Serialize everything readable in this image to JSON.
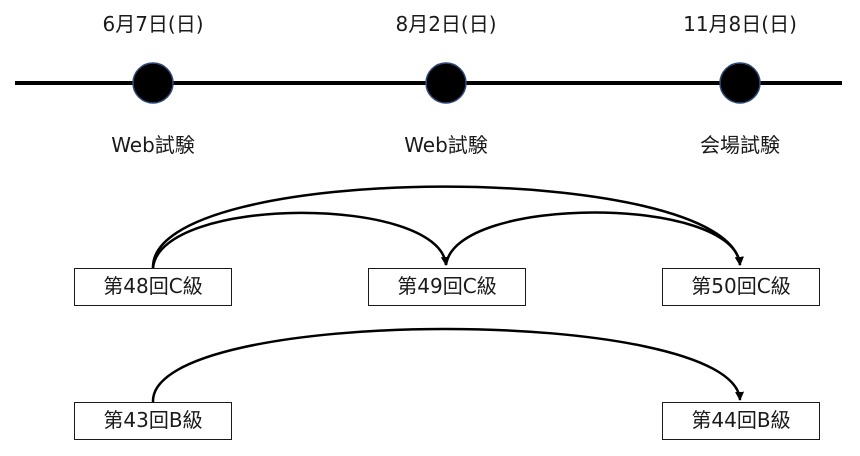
{
  "timeline": {
    "line_color": "#000000",
    "node_fill": "#000000",
    "node_stroke": "#2f4a7a",
    "events": [
      {
        "date": "6月7日(日)",
        "type": "Web試験"
      },
      {
        "date": "8月2日(日)",
        "type": "Web試験"
      },
      {
        "date": "11月8日(日)",
        "type": "会場試験"
      }
    ]
  },
  "exams": {
    "c48": "第48回C級",
    "c49": "第49回C級",
    "c50": "第50回C級",
    "b43": "第43回B級",
    "b44": "第44回B級"
  },
  "arrows": [
    {
      "from": "第48回C級",
      "to": "第49回C級"
    },
    {
      "from": "第48回C級",
      "to": "第50回C級"
    },
    {
      "from": "第49回C級",
      "to": "第50回C級"
    },
    {
      "from": "第43回B級",
      "to": "第44回B級"
    }
  ]
}
